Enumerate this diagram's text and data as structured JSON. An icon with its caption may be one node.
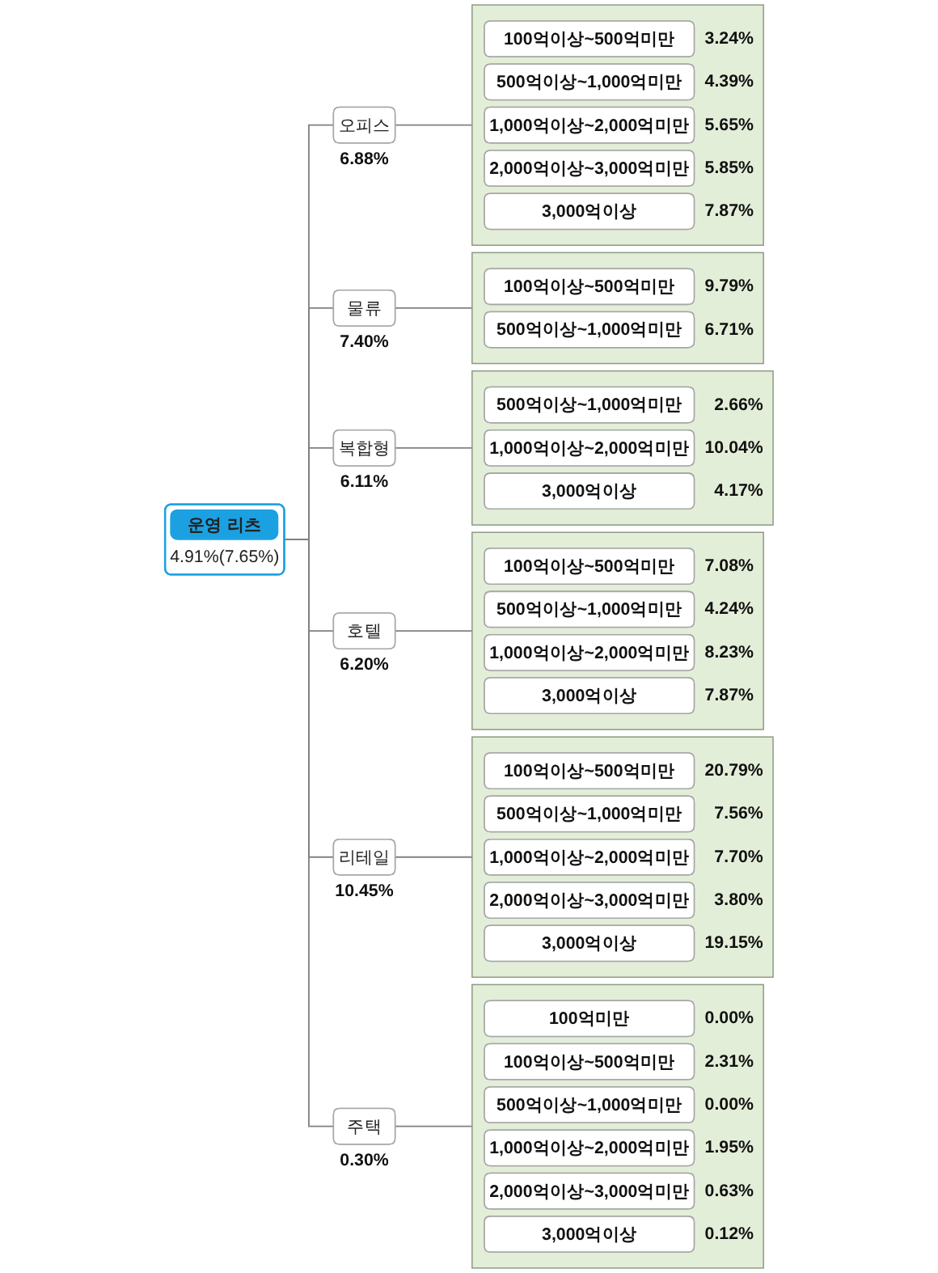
{
  "diagram": {
    "nodes": [
      {
        "text": [
          "운영 리츠",
          "4.91%(7.65%)"
        ]
      },
      {
        "text": [
          "오피스"
        ],
        "beside": [
          "6.88%"
        ]
      },
      {
        "text": [],
        "shape": "box"
      },
      {
        "text": [
          "100억이상~500억미만"
        ],
        "in": 2,
        "beside": [
          "3.24%"
        ]
      },
      {
        "text": [
          "500억이상~1,000억미만"
        ],
        "in": 2,
        "beside": [
          "4.39%"
        ]
      },
      {
        "text": [
          "1,000억이상~2,000억미만"
        ],
        "in": 2,
        "beside": [
          "5.65%"
        ]
      },
      {
        "text": [
          "2,000억이상~3,000억미만"
        ],
        "in": 2,
        "beside": [
          "5.85%"
        ]
      },
      {
        "text": [
          "3,000억이상"
        ],
        "in": 2,
        "beside": [
          "7.87%"
        ]
      },
      {
        "text": [
          "물류"
        ],
        "beside": [
          "7.40%"
        ]
      },
      {
        "text": [],
        "shape": "box"
      },
      {
        "text": [
          "100억이상~500억미만"
        ],
        "in": 9,
        "beside": [
          "9.79%"
        ]
      },
      {
        "text": [
          "500억이상~1,000억미만"
        ],
        "in": 9,
        "beside": [
          "6.71%"
        ]
      },
      {
        "text": [
          "복합형"
        ],
        "beside": [
          "6.11%"
        ]
      },
      {
        "text": [],
        "shape": "box"
      },
      {
        "text": [
          "500억이상~1,000억미만"
        ],
        "in": 13,
        "beside": [
          "2.66%"
        ]
      },
      {
        "text": [
          "1,000억이상~2,000억미만"
        ],
        "in": 13,
        "beside": [
          "10.04%"
        ]
      },
      {
        "text": [
          "3,000억이상"
        ],
        "in": 13,
        "beside": [
          "4.17%"
        ]
      },
      {
        "text": [
          "호텔"
        ],
        "beside": [
          "6.20%"
        ]
      },
      {
        "text": [],
        "shape": "box"
      },
      {
        "text": [
          "100억이상~500억미만"
        ],
        "in": 18,
        "beside": [
          "7.08%"
        ]
      },
      {
        "text": [
          "500억이상~1,000억미만"
        ],
        "in": 18,
        "beside": [
          "4.24%"
        ]
      },
      {
        "text": [
          "1,000억이상~2,000억미만"
        ],
        "in": 18,
        "beside": [
          "8.23%"
        ]
      },
      {
        "text": [
          "3,000억이상"
        ],
        "in": 18,
        "beside": [
          "7.87%"
        ]
      },
      {
        "text": [
          "리테일"
        ],
        "beside": [
          "10.45%"
        ]
      },
      {
        "text": [],
        "shape": "box"
      },
      {
        "text": [
          "100억이상~500억미만"
        ],
        "in": 24,
        "beside": [
          "20.79%"
        ]
      },
      {
        "text": [
          "500억이상~1,000억미만"
        ],
        "in": 24,
        "beside": [
          "7.56%"
        ]
      },
      {
        "text": [
          "1,000억이상~2,000억미만"
        ],
        "in": 24,
        "beside": [
          "7.70%"
        ]
      },
      {
        "text": [
          "2,000억이상~3,000억미만"
        ],
        "in": 24,
        "beside": [
          "3.80%"
        ]
      },
      {
        "text": [
          "3,000억이상"
        ],
        "in": 24,
        "beside": [
          "19.15%"
        ]
      },
      {
        "text": [
          "주택"
        ],
        "beside": [
          "0.30%"
        ]
      },
      {
        "text": [],
        "shape": "box"
      },
      {
        "text": [
          "100억미만"
        ],
        "in": 31,
        "beside": [
          "0.00%"
        ]
      },
      {
        "text": [
          "100억이상~500억미만"
        ],
        "in": 31,
        "beside": [
          "2.31%"
        ]
      },
      {
        "text": [
          "500억이상~1,000억미만"
        ],
        "in": 31,
        "beside": [
          "0.00%"
        ]
      },
      {
        "text": [
          "1,000억이상~2,000억미만"
        ],
        "in": 31,
        "beside": [
          "1.95%"
        ]
      },
      {
        "text": [
          "2,000억이상~3,000억미만"
        ],
        "in": 31,
        "beside": [
          "0.63%"
        ]
      },
      {
        "text": [
          "3,000억이상"
        ],
        "in": 31,
        "beside": [
          "0.12%"
        ]
      }
    ],
    "edges": [
      {
        "from": 0,
        "to": 1,
        "arrow": "none"
      },
      {
        "from": 1,
        "to": 2,
        "arrow": "none"
      },
      {
        "from": 0,
        "to": 8,
        "arrow": "none"
      },
      {
        "from": 8,
        "to": 9,
        "arrow": "none"
      },
      {
        "from": 0,
        "to": 12,
        "arrow": "none"
      },
      {
        "from": 12,
        "to": 13,
        "arrow": "none"
      },
      {
        "from": 0,
        "to": 17,
        "arrow": "none"
      },
      {
        "from": 17,
        "to": 18,
        "arrow": "none"
      },
      {
        "from": 0,
        "to": 23,
        "arrow": "none"
      },
      {
        "from": 23,
        "to": 24,
        "arrow": "none"
      },
      {
        "from": 0,
        "to": 30,
        "arrow": "none"
      },
      {
        "from": 30,
        "to": 31,
        "arrow": "none"
      }
    ]
  }
}
